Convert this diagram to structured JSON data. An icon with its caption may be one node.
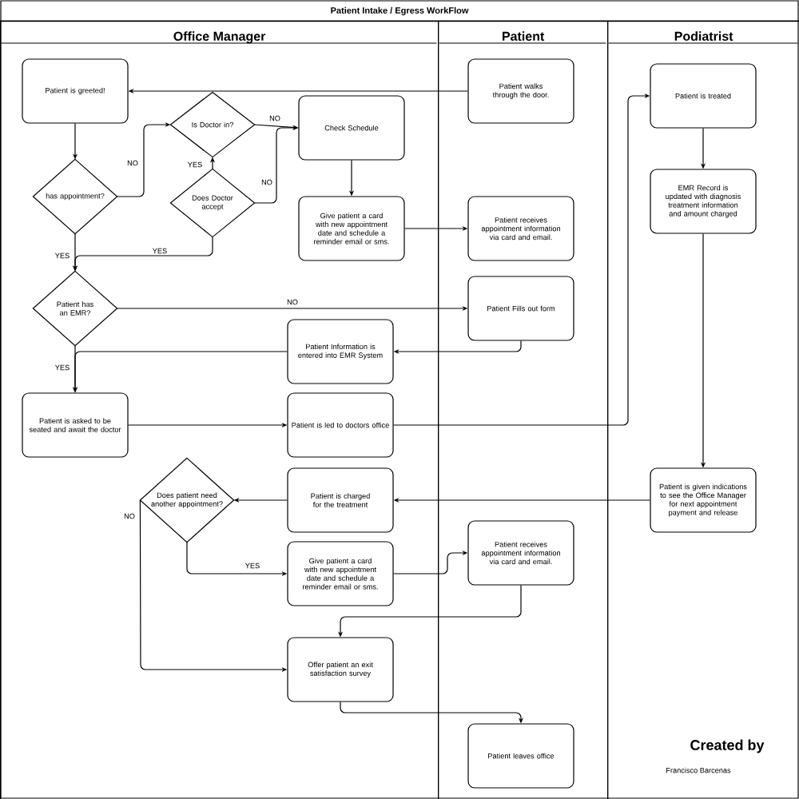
{
  "diagram": {
    "title": "Patient Intake / Egress WorkFlow",
    "nodes": [
      {
        "text": [
          "Office Manager"
        ]
      },
      {
        "text": [
          "Patient"
        ]
      },
      {
        "text": [
          "Podiatrist"
        ]
      },
      {
        "text": [
          "Patient is greeted!"
        ],
        "in": 0
      },
      {
        "text": [
          "has appointment?"
        ],
        "in": 0
      },
      {
        "text": [
          "Is Doctor in?"
        ],
        "in": 0
      },
      {
        "text": [
          "Does Doctor accept"
        ],
        "in": 0
      },
      {
        "text": [
          "Check Schedule"
        ],
        "in": 0
      },
      {
        "text": [
          "Give patient a card with new appointment date and schedule a reminder email or sms."
        ],
        "in": 0
      },
      {
        "text": [
          "Patient has an EMR?"
        ],
        "in": 0
      },
      {
        "text": [
          "Patient Information is entered into EMR System"
        ],
        "in": 0
      },
      {
        "text": [
          "Patient is asked to be seated and await the doctor"
        ],
        "in": 0
      },
      {
        "text": [
          "Patient is led to doctors office"
        ],
        "in": 0
      },
      {
        "text": [
          "Does patient need another appointment?"
        ],
        "in": 0
      },
      {
        "text": [
          "Patient is charged for the treatment"
        ],
        "in": 0
      },
      {
        "text": [
          "Give patient a card with new appointment date and schedule a reminder email or sms."
        ],
        "in": 0
      },
      {
        "text": [
          "Offer patient an exit satisfaction survey"
        ],
        "in": 0
      },
      {
        "text": [
          "Patient walks through the door."
        ],
        "in": 1
      },
      {
        "text": [
          "Patient receives appointment information via card and email."
        ],
        "in": 1
      },
      {
        "text": [
          "Patient Fills out form"
        ],
        "in": 1
      },
      {
        "text": [
          "Patient receives appointment information via card and email."
        ],
        "in": 1
      },
      {
        "text": [
          "Patient leaves office"
        ],
        "in": 1
      },
      {
        "text": [
          "Patient is treated"
        ],
        "in": 2
      },
      {
        "text": [
          "EMR Record is updated with diagnosis treatment information and amount charged"
        ],
        "in": 2
      },
      {
        "text": [
          "Patient is given indications to see the Office Manager for next appointment payment and release"
        ],
        "in": 2
      }
    ],
    "edges": [
      {
        "from": 17,
        "to": 3,
        "arrow": "to"
      },
      {
        "from": 3,
        "to": 4,
        "arrow": "to"
      },
      {
        "from": 4,
        "to": 5,
        "arrow": "to",
        "label": "NO"
      },
      {
        "from": 5,
        "to": 7,
        "arrow": "to",
        "label": "NO"
      },
      {
        "from": 6,
        "to": 5,
        "arrow": "to",
        "label": "YES"
      },
      {
        "from": 6,
        "to": 7,
        "arrow": "to",
        "label": "NO"
      },
      {
        "from": 6,
        "to": 9,
        "arrow": "to",
        "label": "YES"
      },
      {
        "from": 4,
        "to": 9,
        "arrow": "to",
        "label": "YES"
      },
      {
        "from": 7,
        "to": 8,
        "arrow": "to"
      },
      {
        "from": 8,
        "to": 18,
        "arrow": "to"
      },
      {
        "from": 9,
        "to": 19,
        "arrow": "to",
        "label": "NO"
      },
      {
        "from": 19,
        "to": 10,
        "arrow": "to"
      },
      {
        "from": 9,
        "to": 11,
        "arrow": "to",
        "label": "YES"
      },
      {
        "from": 10,
        "to": 11,
        "arrow": "to"
      },
      {
        "from": 11,
        "to": 12,
        "arrow": "to"
      },
      {
        "from": 12,
        "to": 22,
        "arrow": "to"
      },
      {
        "from": 22,
        "to": 23,
        "arrow": "to"
      },
      {
        "from": 23,
        "to": 24,
        "arrow": "to"
      },
      {
        "from": 24,
        "to": 14,
        "arrow": "to"
      },
      {
        "from": 14,
        "to": 13,
        "arrow": "to"
      },
      {
        "from": 13,
        "to": 15,
        "arrow": "to",
        "label": "YES"
      },
      {
        "from": 13,
        "to": 16,
        "arrow": "to",
        "label": "NO"
      },
      {
        "from": 15,
        "to": 20,
        "arrow": "to"
      },
      {
        "from": 20,
        "to": 16,
        "arrow": "to"
      },
      {
        "from": 16,
        "to": 21,
        "arrow": "to"
      }
    ],
    "labels": [
      "Created by",
      "Francisco Barcenas"
    ]
  }
}
